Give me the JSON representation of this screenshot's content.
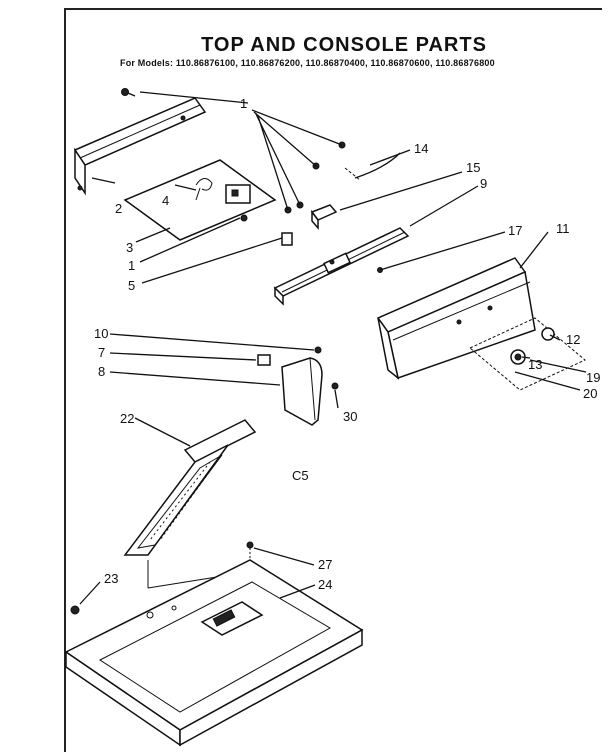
{
  "diagram": {
    "title": "TOP AND CONSOLE PARTS",
    "models_line": "For Models: 110.86876100, 110.86876200, 110.86870400, 110.86870600, 110.86876800",
    "figure_code": "C5",
    "callouts": {
      "c1a": "1",
      "c1b": "1",
      "c2": "2",
      "c3": "3",
      "c4": "4",
      "c5": "5",
      "c7": "7",
      "c8": "8",
      "c9": "9",
      "c10": "10",
      "c11": "11",
      "c12": "12",
      "c13": "13",
      "c14": "14",
      "c15": "15",
      "c17": "17",
      "c19": "19",
      "c20": "20",
      "c22": "22",
      "c23": "23",
      "c24": "24",
      "c27": "27",
      "c30": "30"
    }
  }
}
